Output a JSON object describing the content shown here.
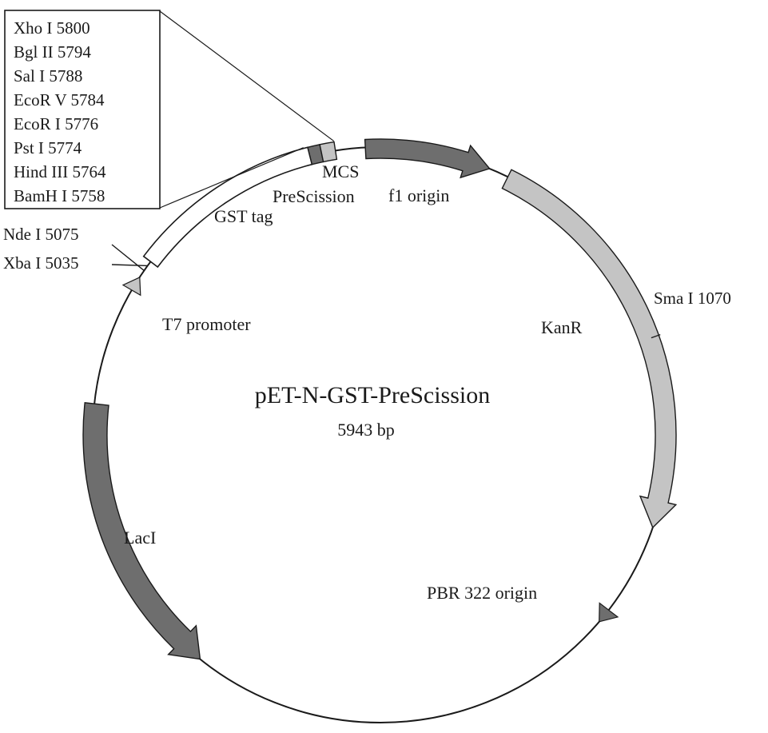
{
  "plasmid": {
    "name": "pET-N-GST-PreScission",
    "size_text": "5943 bp"
  },
  "mcs_sites": [
    "Xho I 5800",
    "Bgl II 5794",
    "Sal I 5788",
    "EcoR V 5784",
    "EcoR I 5776",
    "Pst I 5774",
    "Hind  III 5764",
    "BamH I 5758"
  ],
  "sites": {
    "nde": "Nde I 5075",
    "xba": "Xba I 5035",
    "sma": "Sma I 1070"
  },
  "features": {
    "mcs": "MCS",
    "prescission": "PreScission",
    "f1_origin": "f1 origin",
    "gst_tag": "GST tag",
    "t7_promoter": "T7 promoter",
    "kanr": "KanR",
    "laci": "LacI",
    "pbr322": "PBR 322 origin"
  },
  "colors": {
    "dark_feature": "#6e6e6e",
    "light_feature": "#c4c4c4",
    "outline": "#1a1a1a"
  }
}
